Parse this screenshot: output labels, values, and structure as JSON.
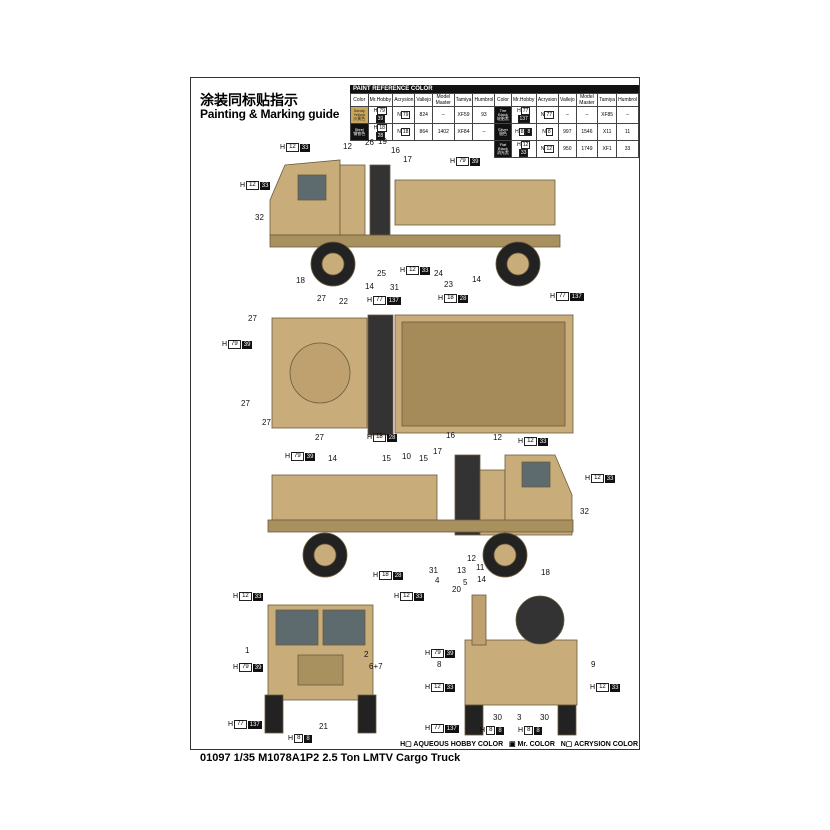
{
  "title_cn": "涂装同标贴指示",
  "title_en": "Painting & Marking guide",
  "paint_table": {
    "heading": "PAINT  REFERENCE COLOR",
    "columns": [
      "Color",
      "Mr.Hobby",
      "Acrysion",
      "Vallejo",
      "Model Master",
      "Tamiya",
      "Humbrol"
    ],
    "left_rows": [
      {
        "color": "Sandy Yellow",
        "color_cn": "沙黄色",
        "h": "79",
        "m": "39",
        "n": "79",
        "vallejo": "824",
        "mm": "–",
        "tamiya": "XF59",
        "humbrol": "93"
      },
      {
        "color": "Steel",
        "color_cn": "钢铁色",
        "h": "18",
        "m": "28",
        "n": "18",
        "vallejo": "864",
        "mm": "1402",
        "tamiya": "XF84",
        "humbrol": "–"
      }
    ],
    "right_rows": [
      {
        "color": "Tire Black",
        "color_cn": "轮胎黑",
        "h": "77",
        "m": "137",
        "n": "77",
        "vallejo": "–",
        "mm": "–",
        "tamiya": "XF85",
        "humbrol": "–"
      },
      {
        "color": "Silver",
        "color_cn": "银色",
        "h": "8",
        "m": "8",
        "n": "8",
        "vallejo": "997",
        "mm": "1546",
        "tamiya": "X11",
        "humbrol": "11"
      },
      {
        "color": "Flat Black",
        "color_cn": "消光黑",
        "h": "12",
        "m": "33",
        "n": "12",
        "vallejo": "950",
        "mm": "1749",
        "tamiya": "XF1",
        "humbrol": "33"
      }
    ]
  },
  "callouts": [
    "12",
    "26",
    "19",
    "16",
    "17",
    "32",
    "18",
    "25",
    "14",
    "31",
    "24",
    "23",
    "14",
    "22",
    "27",
    "27",
    "27",
    "27",
    "27",
    "16",
    "12",
    "14",
    "15",
    "10",
    "15",
    "17",
    "32",
    "18",
    "31",
    "13",
    "12",
    "11",
    "4",
    "20",
    "5",
    "14",
    "1",
    "2",
    "6+7",
    "21",
    "8",
    "9",
    "30",
    "3",
    "30"
  ],
  "badges": [
    {
      "h": "12",
      "m": "33"
    },
    {
      "h": "12",
      "m": "33"
    },
    {
      "h": "79",
      "m": "39"
    },
    {
      "h": "12",
      "m": "33"
    },
    {
      "h": "18",
      "m": "28"
    },
    {
      "h": "77",
      "m": "137"
    },
    {
      "h": "77",
      "m": "137"
    },
    {
      "h": "79",
      "m": "39"
    },
    {
      "h": "18",
      "m": "28"
    },
    {
      "h": "79",
      "m": "39"
    },
    {
      "h": "12",
      "m": "33"
    },
    {
      "h": "12",
      "m": "33"
    },
    {
      "h": "18",
      "m": "28"
    },
    {
      "h": "12",
      "m": "33"
    },
    {
      "h": "12",
      "m": "33"
    },
    {
      "h": "79",
      "m": "39"
    },
    {
      "h": "77",
      "m": "137"
    },
    {
      "h": "8",
      "m": "8"
    },
    {
      "h": "79",
      "m": "39"
    },
    {
      "h": "12",
      "m": "33"
    },
    {
      "h": "12",
      "m": "33"
    },
    {
      "h": "77",
      "m": "137"
    },
    {
      "h": "8",
      "m": "8"
    },
    {
      "h": "8",
      "m": "8"
    }
  ],
  "legend": {
    "h": "H▢ AQUEOUS HOBBY COLOR",
    "m": "▣ Mr. COLOR",
    "n": "N▢ ACRYSION COLOR"
  },
  "footer": "01097 1/35  M1078A1P2 2.5 Ton LMTV Cargo Truck",
  "colors": {
    "tan": "#c8ad7a",
    "tan_dark": "#9a8259",
    "tire": "#222222"
  }
}
